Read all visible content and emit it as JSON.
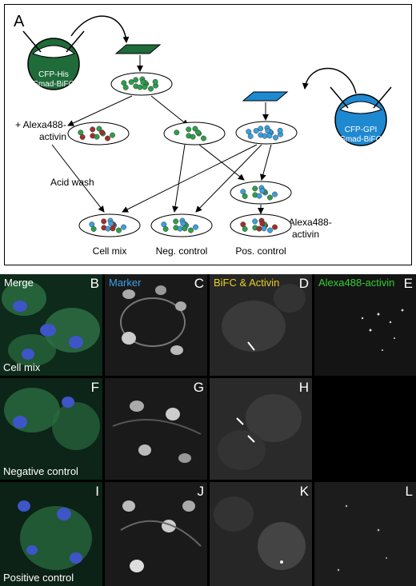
{
  "panel_a": {
    "letter": "A",
    "plasmid1": [
      "CFP-His",
      "Smad-BiFC"
    ],
    "plasmid2": [
      "CFP-GPI",
      "Smad-BiFC"
    ],
    "add_activin_left": [
      "+ Alexa488-",
      "activin"
    ],
    "acid_wash": "Acid wash",
    "add_activin_right": [
      "+ Alexa488-",
      "activin"
    ],
    "cell_mix": "Cell mix",
    "neg_control": "Neg. control",
    "pos_control": "Pos. control"
  },
  "micro": {
    "col_headers": [
      "Merge",
      "Marker",
      "BiFC & Activin",
      "Alexa488-activin"
    ],
    "col_header_colors": [
      "#ffffff",
      "#3aa0e8",
      "#e8d020",
      "#30d030"
    ],
    "panel_letters": [
      "B",
      "C",
      "D",
      "E",
      "F",
      "G",
      "H",
      "",
      "I",
      "J",
      "K",
      "L"
    ],
    "row_captions": [
      "Cell mix",
      "Negative control",
      "Positive control"
    ]
  },
  "colors": {
    "green_dark": "#1f6b3a",
    "blue": "#1e88d0",
    "cell_green": "#2e9e4a",
    "cell_blue": "#3aa0e0",
    "cell_red": "#a0302a"
  }
}
